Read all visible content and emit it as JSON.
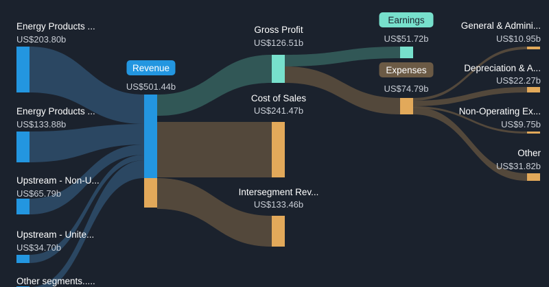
{
  "chart_data": {
    "type": "sankey",
    "colors": {
      "background": "#1b222d",
      "segment": "#2396e0",
      "other_revenue": "#e2a95a",
      "gross_profit": "#77e0cc",
      "cost": "#e2a95a",
      "expense": "#e2a95a",
      "earnings": "#77e0cc",
      "link_segment": "#2d4c6a",
      "link_profit": "#345f5c",
      "link_cost": "#5b4d3e"
    },
    "nodes": [
      {
        "id": "seg1",
        "label": "Energy Products ...",
        "value_text": "US$203.80b",
        "value": 203.8,
        "kind": "segment"
      },
      {
        "id": "seg2",
        "label": "Energy Products ...",
        "value_text": "US$133.88b",
        "value": 133.88,
        "kind": "segment"
      },
      {
        "id": "seg3",
        "label": "Upstream - Non-U...",
        "value_text": "US$65.79b",
        "value": 65.79,
        "kind": "segment"
      },
      {
        "id": "seg4",
        "label": "Upstream - Unite...",
        "value_text": "US$34.70b",
        "value": 34.7,
        "kind": "segment"
      },
      {
        "id": "seg5",
        "label": "Other segments.....",
        "value_text": "",
        "value": null,
        "kind": "segment"
      },
      {
        "id": "revenue",
        "label": "Revenue",
        "value_text": "US$501.44b",
        "value": 501.44,
        "kind": "revenue",
        "pill": true
      },
      {
        "id": "gross_profit",
        "label": "Gross Profit",
        "value_text": "US$126.51b",
        "value": 126.51,
        "kind": "profit"
      },
      {
        "id": "cost_of_sales",
        "label": "Cost of Sales",
        "value_text": "US$241.47b",
        "value": 241.47,
        "kind": "cost"
      },
      {
        "id": "intersegment",
        "label": "Intersegment Rev...",
        "value_text": "US$133.46b",
        "value": 133.46,
        "kind": "cost"
      },
      {
        "id": "earnings",
        "label": "Earnings",
        "value_text": "US$51.72b",
        "value": 51.72,
        "kind": "earnings",
        "pill": true
      },
      {
        "id": "expenses",
        "label": "Expenses",
        "value_text": "US$74.79b",
        "value": 74.79,
        "kind": "expenses",
        "pill": true
      },
      {
        "id": "ga",
        "label": "General & Admini...",
        "value_text": "US$10.95b",
        "value": 10.95,
        "kind": "expense"
      },
      {
        "id": "da",
        "label": "Depreciation & A...",
        "value_text": "US$22.27b",
        "value": 22.27,
        "kind": "expense"
      },
      {
        "id": "nonop",
        "label": "Non-Operating Ex...",
        "value_text": "US$9.75b",
        "value": 9.75,
        "kind": "expense"
      },
      {
        "id": "other",
        "label": "Other",
        "value_text": "US$31.82b",
        "value": 31.82,
        "kind": "expense"
      }
    ],
    "links": [
      {
        "source": "seg1",
        "target": "revenue",
        "value": 203.8
      },
      {
        "source": "seg2",
        "target": "revenue",
        "value": 133.88
      },
      {
        "source": "seg3",
        "target": "revenue",
        "value": 65.79
      },
      {
        "source": "seg4",
        "target": "revenue",
        "value": 34.7
      },
      {
        "source": "seg5",
        "target": "revenue",
        "value": 63.27
      },
      {
        "source": "revenue",
        "target": "gross_profit",
        "value": 126.51
      },
      {
        "source": "revenue",
        "target": "cost_of_sales",
        "value": 241.47
      },
      {
        "source": "revenue",
        "target": "intersegment",
        "value": 133.46
      },
      {
        "source": "gross_profit",
        "target": "earnings",
        "value": 51.72
      },
      {
        "source": "gross_profit",
        "target": "expenses",
        "value": 74.79
      },
      {
        "source": "expenses",
        "target": "ga",
        "value": 10.95
      },
      {
        "source": "expenses",
        "target": "da",
        "value": 22.27
      },
      {
        "source": "expenses",
        "target": "nonop",
        "value": 9.75
      },
      {
        "source": "expenses",
        "target": "other",
        "value": 31.82
      }
    ]
  }
}
